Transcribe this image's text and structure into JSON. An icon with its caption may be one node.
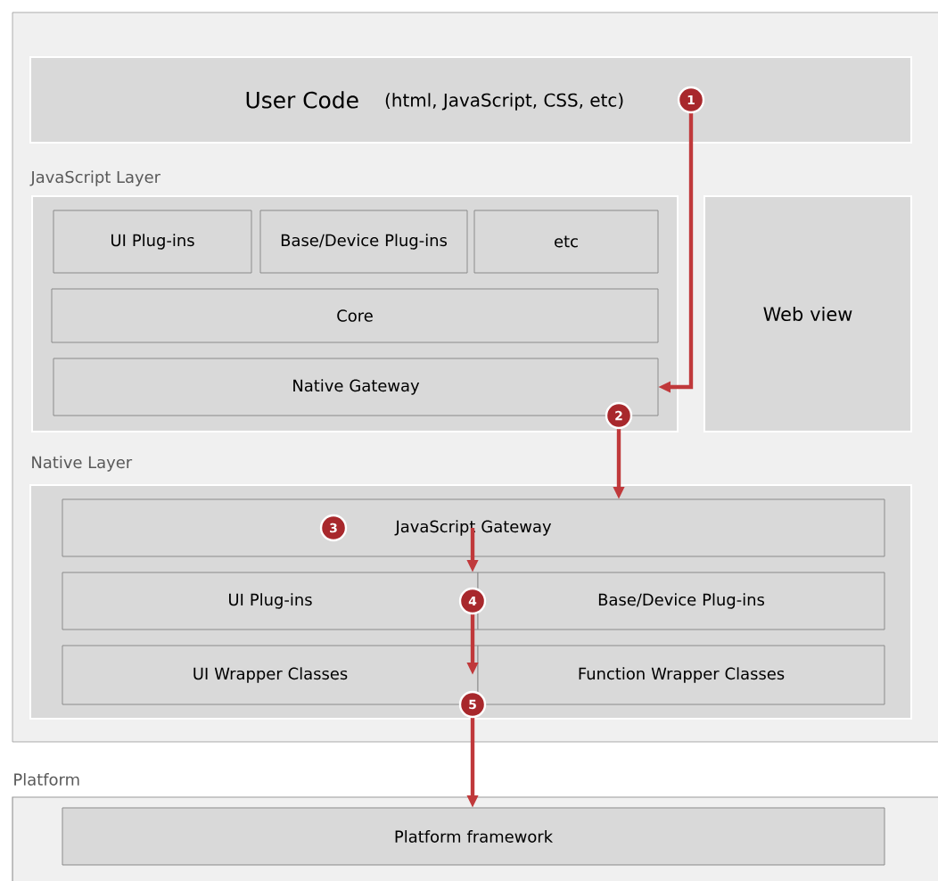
{
  "diagram": {
    "nodes": [
      {
        "text": [
          "User Code",
          "(html, JavaScript, CSS, etc)"
        ]
      },
      {
        "text": [
          "JavaScript Layer"
        ]
      },
      {
        "text": [
          "UI Plug-ins"
        ],
        "in": 1
      },
      {
        "text": [
          "Base/Device Plug-ins"
        ],
        "in": 1
      },
      {
        "text": [
          "etc"
        ],
        "in": 1
      },
      {
        "text": [
          "Core"
        ],
        "in": 1
      },
      {
        "text": [
          "Native Gateway"
        ],
        "in": 1
      },
      {
        "text": [
          "Web view"
        ]
      },
      {
        "text": [
          "Native Layer"
        ]
      },
      {
        "text": [
          "JavaScript Gateway"
        ],
        "in": 8
      },
      {
        "text": [
          "UI Plug-ins"
        ],
        "in": 8
      },
      {
        "text": [
          "Base/Device Plug-ins"
        ],
        "in": 8
      },
      {
        "text": [
          "UI Wrapper Classes"
        ],
        "in": 8
      },
      {
        "text": [
          "Function Wrapper Classes"
        ],
        "in": 8
      },
      {
        "text": [
          "Platform"
        ]
      },
      {
        "text": [
          "Platform framework"
        ],
        "in": 14
      }
    ],
    "edges": [
      {
        "from": 0,
        "to": 6,
        "arrow": "to",
        "label": "1"
      },
      {
        "from": 6,
        "to": 9,
        "arrow": "to",
        "label": "2"
      },
      {
        "from": 9,
        "to": 10,
        "arrow": "to"
      },
      {
        "from": 10,
        "to": 12,
        "arrow": "to",
        "label": "4"
      },
      {
        "from": 12,
        "to": 15,
        "arrow": "to",
        "label": "5"
      }
    ],
    "labels": [
      "3"
    ]
  }
}
